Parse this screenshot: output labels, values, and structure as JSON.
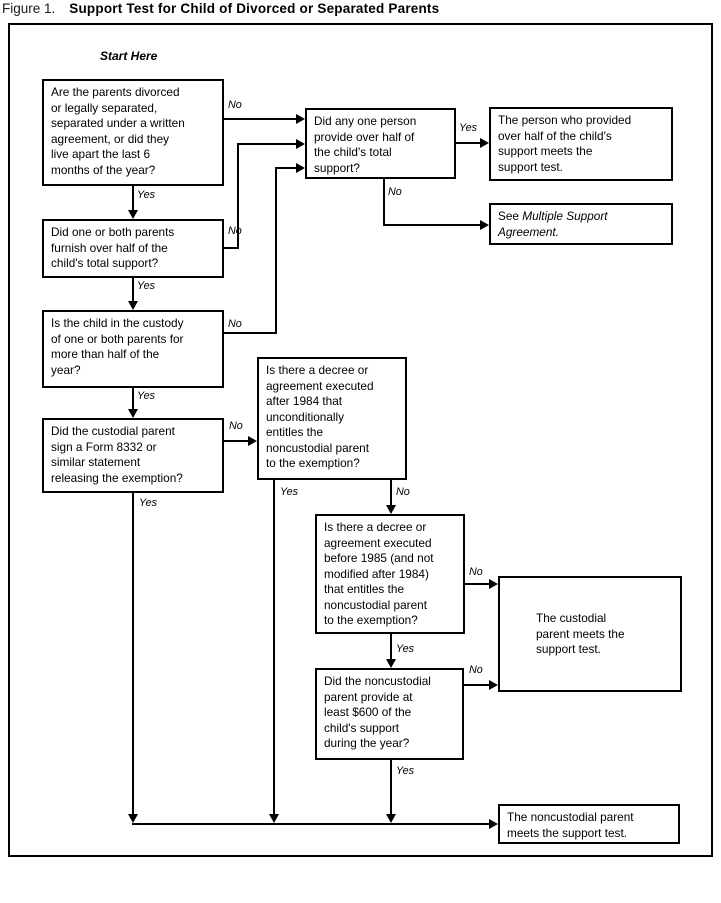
{
  "figure": {
    "label": "Figure 1.",
    "title": "Support Test for Child of Divorced or Separated Parents"
  },
  "flowchart": {
    "start_here": "Start Here",
    "yes": "Yes",
    "no": "No",
    "boxes": {
      "parents_divorced_q": "Are the parents divorced\nor legally separated,\nseparated under a written\nagreement, or did they\nlive apart the last 6\nmonths of the year?",
      "parents_furnish_q": "Did one or both parents\nfurnish over half of the\nchild's total support?",
      "child_custody_q": "Is the child in the custody\nof one or both parents for\nmore than half of the\nyear?",
      "custodial_sign_q": "Did the custodial parent\nsign a Form 8332 or\nsimilar statement\nreleasing the exemption?",
      "one_person_q": "Did any one person\nprovide over half of\nthe child's total\nsupport?",
      "person_meets_test": "The person who provided\nover half of the child's\nsupport meets the\nsupport test.",
      "see_multiple_prefix": "See ",
      "see_multiple_italic": "Multiple Support\nAgreement.",
      "decree_after_1984_q": "Is there a decree or\nagreement executed\nafter 1984 that\nunconditionally\nentitles the\nnoncustodial parent\nto the exemption?",
      "decree_before_1985_q": "Is there a decree or\nagreement executed\nbefore 1985 (and not\nmodified after 1984)\nthat entitles the\nnoncustodial parent\nto the exemption?",
      "custodial_meets_test": "The custodial\nparent meets the\nsupport test.",
      "noncustodial_600_q": "Did the noncustodial\nparent provide at\nleast $600 of the\nchild's support\nduring the year?",
      "noncustodial_meets_test": "The noncustodial parent\nmeets the support test."
    }
  }
}
